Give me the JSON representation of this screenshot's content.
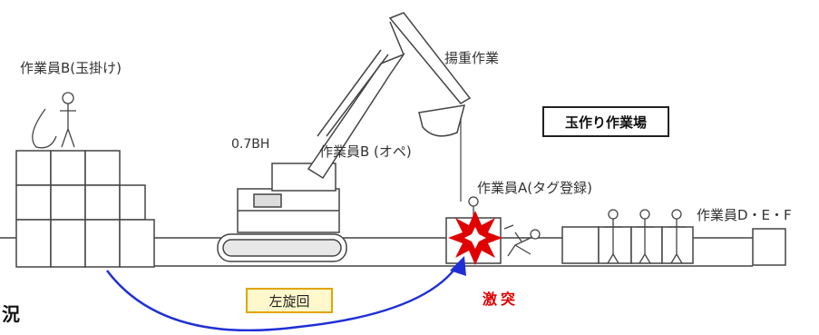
{
  "labels": {
    "worker_b_slinging": "作業員B(玉掛け)",
    "excavator_model": "0.7BH",
    "worker_b_operator": "作業員B (オペ)",
    "lifting_work": "揚重作業",
    "work_area": "玉作り作業場",
    "worker_a": "作業員A(タグ登録)",
    "worker_def": "作業員D・E・F",
    "left_turn": "左旋回",
    "collision": "激突",
    "cutoff_char": "況"
  },
  "colors": {
    "line": "#444444",
    "arrow": "#1f2fd6",
    "collision": "#e00000",
    "callout_border": "#e3a400",
    "callout_fill": "#fff8cc"
  },
  "icons": [
    "excavator-icon",
    "worker-icon",
    "collision-burst-icon",
    "fallen-worker-icon",
    "bucket-icon"
  ]
}
